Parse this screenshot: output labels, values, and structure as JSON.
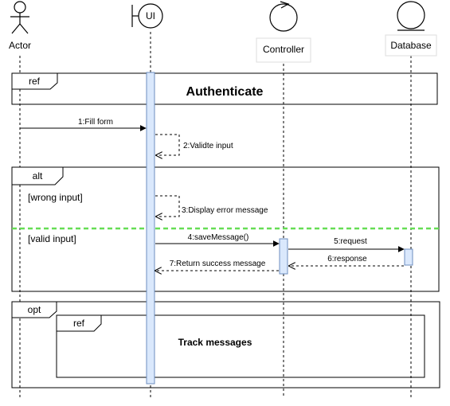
{
  "participants": {
    "actor": "Actor",
    "ui": "UI",
    "controller": "Controller",
    "database": "Database"
  },
  "fragments": {
    "ref_top": {
      "tag": "ref",
      "title": "Authenticate"
    },
    "alt": {
      "tag": "alt",
      "guard_1": "[wrong input]",
      "guard_2": "[valid input]"
    },
    "opt": {
      "tag": "opt"
    },
    "ref_inner": {
      "tag": "ref",
      "title": "Track messages"
    }
  },
  "messages": {
    "m1": "1:Fill form",
    "m2": "2:Validte input",
    "m3": "3:Display error message",
    "m4": "4:saveMessage()",
    "m5": "5:request",
    "m6": "6:response",
    "m7": "7:Return success message"
  },
  "colors": {
    "activation_fill": "#dae8fc",
    "activation_stroke": "#6c8ebf",
    "alt_separator": "#66dd55",
    "line": "#000000"
  }
}
